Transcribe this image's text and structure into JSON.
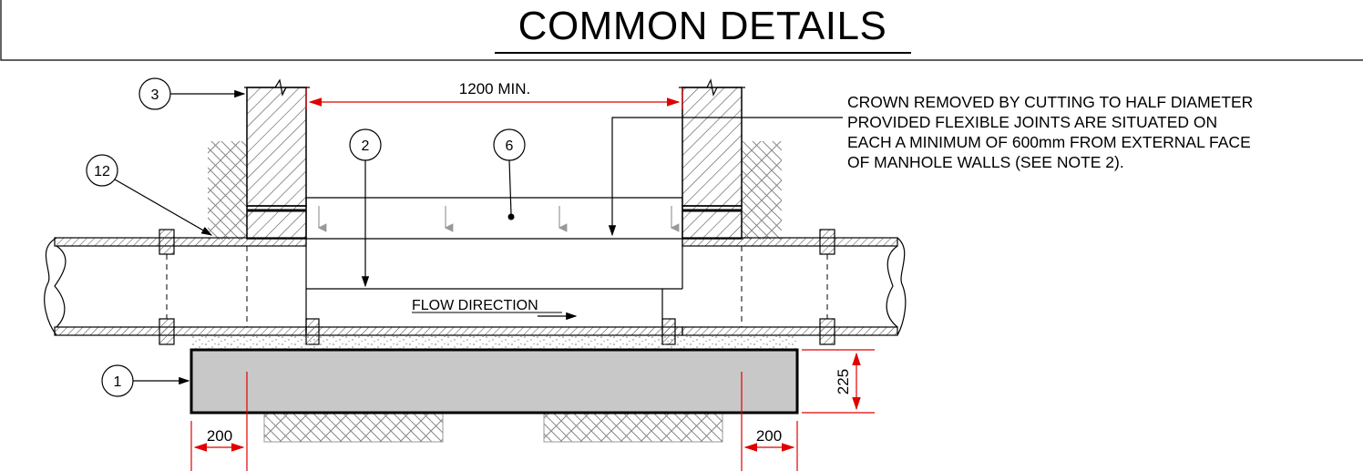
{
  "title": "COMMON DETAILS",
  "note_lines": [
    "CROWN REMOVED BY CUTTING TO HALF DIAMETER",
    "PROVIDED FLEXIBLE JOINTS ARE SITUATED ON",
    "EACH A MINIMUM OF 600mm FROM EXTERNAL FACE",
    "OF MANHOLE WALLS (SEE NOTE 2)."
  ],
  "dimensions": {
    "top_span": "1200 MIN.",
    "left_offset": "200",
    "right_offset": "200",
    "base_thickness": "225"
  },
  "flow_label": "FLOW DIRECTION",
  "callouts": [
    "3",
    "12",
    "2",
    "6",
    "1"
  ],
  "colors": {
    "dimension": "#e00000",
    "line": "#000000",
    "base_fill": "#c8c8c8",
    "hatch": "#555555"
  }
}
